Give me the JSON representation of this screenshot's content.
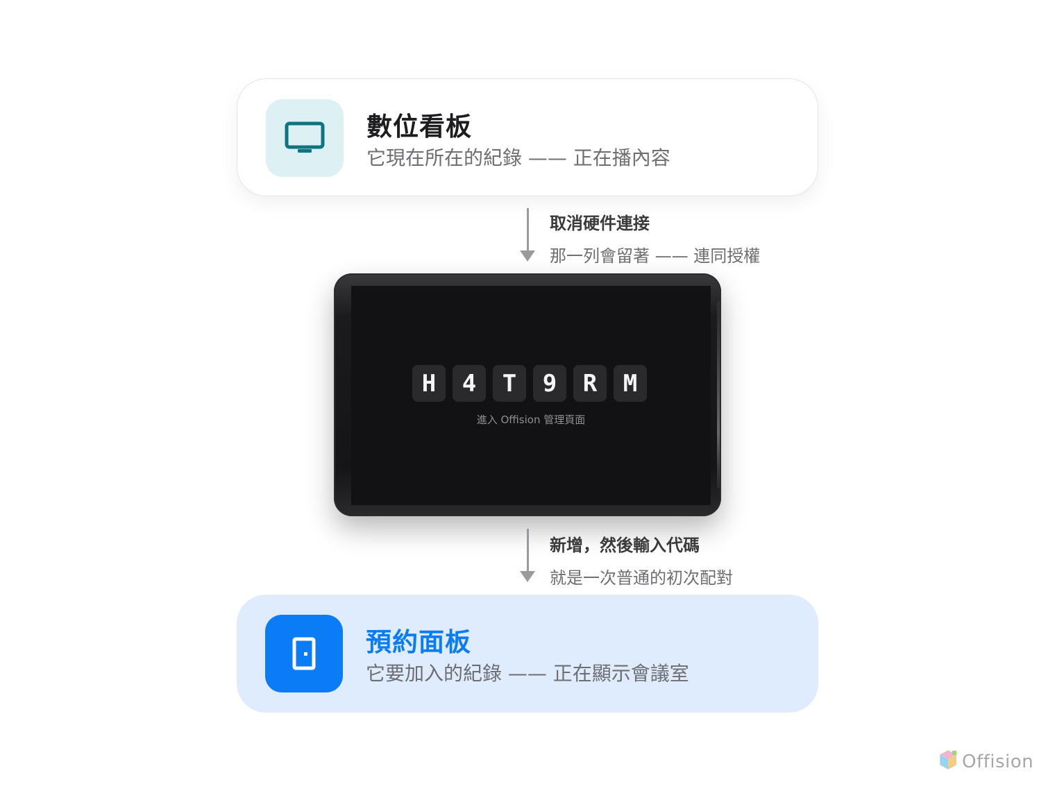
{
  "source_card": {
    "title": "數位看板",
    "subtitle": "它現在所在的紀錄 —— 正在播內容",
    "icon": "monitor-icon",
    "icon_color": "#0e7480"
  },
  "step_unpair": {
    "title": "取消硬件連接",
    "subtitle": "那一列會留著 —— 連同授權"
  },
  "device": {
    "pairing_code": [
      "H",
      "4",
      "T",
      "9",
      "R",
      "M"
    ],
    "hint": "進入 Offision 管理頁面"
  },
  "step_pair": {
    "title": "新增，然後輸入代碼",
    "subtitle": "就是一次普通的初次配對"
  },
  "target_card": {
    "title": "預約面板",
    "subtitle": "它要加入的紀錄 —— 正在顯示會議室",
    "icon": "door-icon",
    "accent": "#0a7cf6"
  },
  "brand": {
    "name": "Offision",
    "icon": "offision-logo-icon"
  }
}
